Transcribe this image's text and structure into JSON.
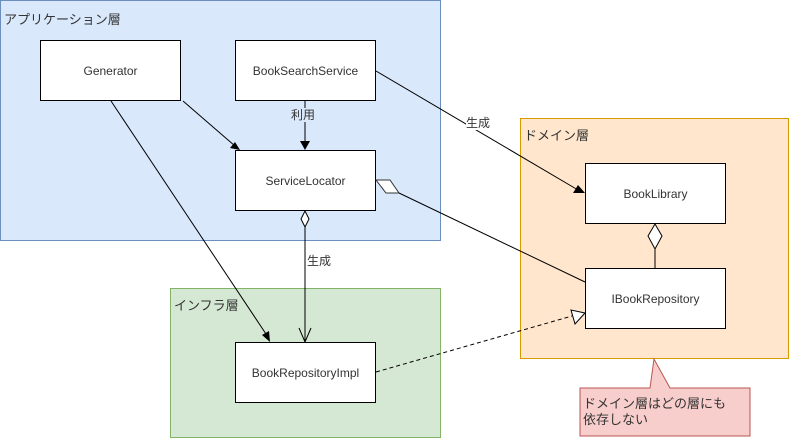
{
  "layers": {
    "application": {
      "label": "アプリケーション層",
      "fill": "#dae8fc",
      "stroke": "#6c8ebf"
    },
    "domain": {
      "label": "ドメイン層",
      "fill": "#ffe6cc",
      "stroke": "#d79b00"
    },
    "infrastructure": {
      "label": "インフラ層",
      "fill": "#d5e8d4",
      "stroke": "#82b366"
    }
  },
  "classes": {
    "generator": "Generator",
    "book_search_service": "BookSearchService",
    "service_locator": "ServiceLocator",
    "book_library": "BookLibrary",
    "ibook_repository": "IBookRepository",
    "book_repository_impl": "BookRepositoryImpl"
  },
  "edges": [
    {
      "from": "BookSearchService",
      "to": "ServiceLocator",
      "label": "利用",
      "type": "association"
    },
    {
      "from": "BookSearchService",
      "to": "BookLibrary",
      "label": "生成",
      "type": "association"
    },
    {
      "from": "Generator",
      "to": "ServiceLocator",
      "label": "",
      "type": "association"
    },
    {
      "from": "Generator",
      "to": "BookRepositoryImpl",
      "label": "",
      "type": "association"
    },
    {
      "from": "ServiceLocator",
      "to": "BookRepositoryImpl",
      "label": "生成",
      "type": "aggregation"
    },
    {
      "from": "ServiceLocator",
      "to": "IBookRepository",
      "label": "",
      "type": "aggregation"
    },
    {
      "from": "BookLibrary",
      "to": "IBookRepository",
      "label": "",
      "type": "aggregation"
    },
    {
      "from": "BookRepositoryImpl",
      "to": "IBookRepository",
      "label": "",
      "type": "realization"
    }
  ],
  "edge_labels": {
    "use": "利用",
    "create_top": "生成",
    "create_bottom": "生成"
  },
  "note": {
    "line1": "ドメイン層はどの層にも",
    "line2": "依存しない",
    "fill": "#f8cecc",
    "stroke": "#b85450"
  }
}
